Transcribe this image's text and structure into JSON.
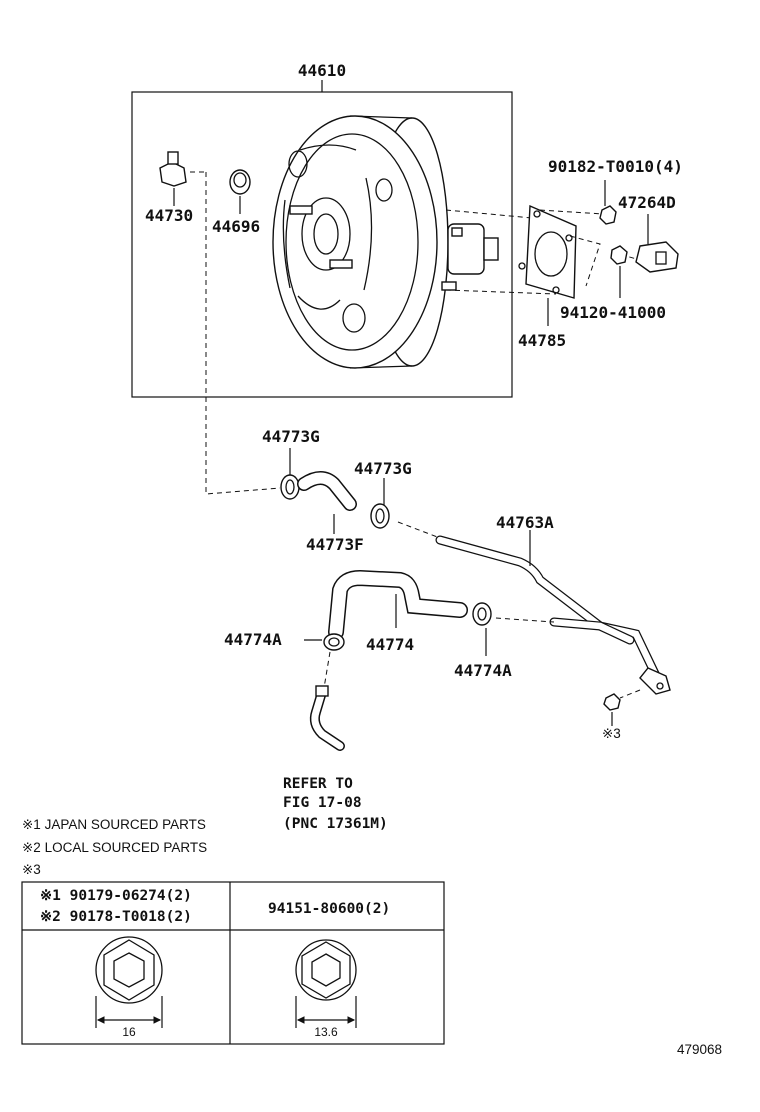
{
  "labels": {
    "booster": "44610",
    "check_valve": "44730",
    "grommet": "44696",
    "nut_set": "90182-T0010(4)",
    "bracket": "47264D",
    "nut2": "94120-41000",
    "gasket": "44785",
    "clamp_upper1": "44773G",
    "clamp_upper2": "44773G",
    "hose_upper": "44773F",
    "pipe": "44763A",
    "clamp_lower_left": "44774A",
    "hose_lower": "44774",
    "clamp_lower_right": "44774A",
    "note3_mark": "※3"
  },
  "refer": {
    "line1": "REFER TO",
    "line2": "FIG 17-08",
    "line3": "(PNC 17361M)"
  },
  "notes": {
    "n1": "※1 JAPAN SOURCED PARTS",
    "n2": "※2 LOCAL SOURCED PARTS",
    "n3": "※3"
  },
  "table": {
    "col1_row1": "※1 90179-06274(2)",
    "col1_row2": "※2 90178-T0018(2)",
    "col2": "94151-80600(2)",
    "dim1": "16",
    "dim2": "13.6"
  },
  "figure_id": "479068"
}
